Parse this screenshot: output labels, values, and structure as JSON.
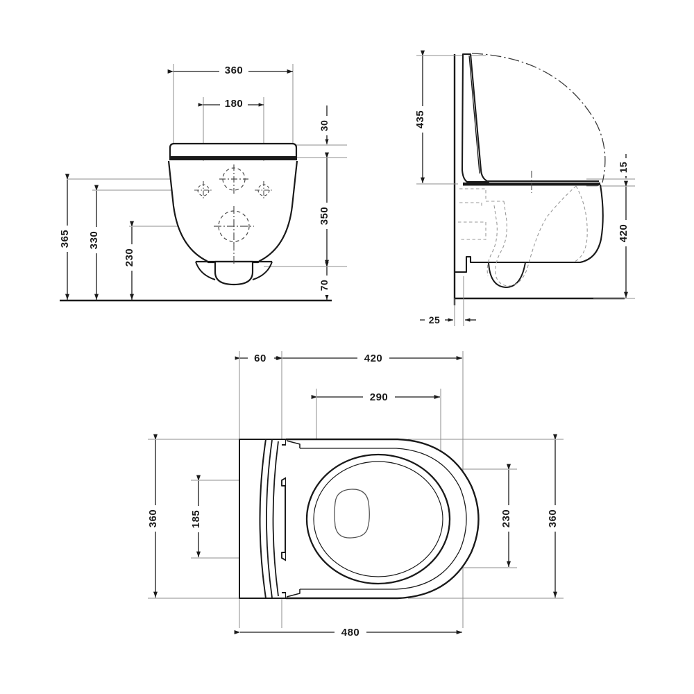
{
  "document": {
    "type": "technical-drawing",
    "subject": "Wall-hung WC (toilet) with seat",
    "units": "mm",
    "background_color": "#ffffff",
    "line_color": "#1a1a1a",
    "thin_line_color": "#6e6e6e",
    "extension_line_color": "#8c8c8c"
  },
  "views": {
    "front": {
      "name": "Front elevation",
      "dimensions": {
        "width_overall": "360",
        "fixing_holes_spacing": "180",
        "seat_lid_thickness": "30",
        "bowl_height_from_floor_top": "350",
        "outlet_height": "70",
        "total_height": "365",
        "height_upper_fixing": "330",
        "height_lower_fixing": "230"
      },
      "labels": {
        "d360": "360",
        "d180": "180",
        "d30": "30",
        "d350": "350",
        "d70": "70",
        "d365": "365",
        "d330": "330",
        "d230": "230"
      }
    },
    "side": {
      "name": "Side elevation",
      "dimensions": {
        "lid_open_height": "435",
        "seat_thickness": "15",
        "projection_depth": "420",
        "wall_thickness": "25"
      },
      "labels": {
        "d435": "435",
        "d15": "15",
        "d420": "420",
        "d25": "25"
      }
    },
    "plan": {
      "name": "Top plan view",
      "dimensions": {
        "hinge_zone": "60",
        "seat_length": "420",
        "bowl_opening_length": "290",
        "total_length": "480",
        "total_width_left": "360",
        "total_width_right": "360",
        "hinge_spacing": "185",
        "bowl_opening_width": "230"
      },
      "labels": {
        "d60": "60",
        "d420": "420",
        "d290": "290",
        "d480": "480",
        "d360_left": "360",
        "d360_right": "360",
        "d185": "185",
        "d230": "230"
      }
    }
  }
}
